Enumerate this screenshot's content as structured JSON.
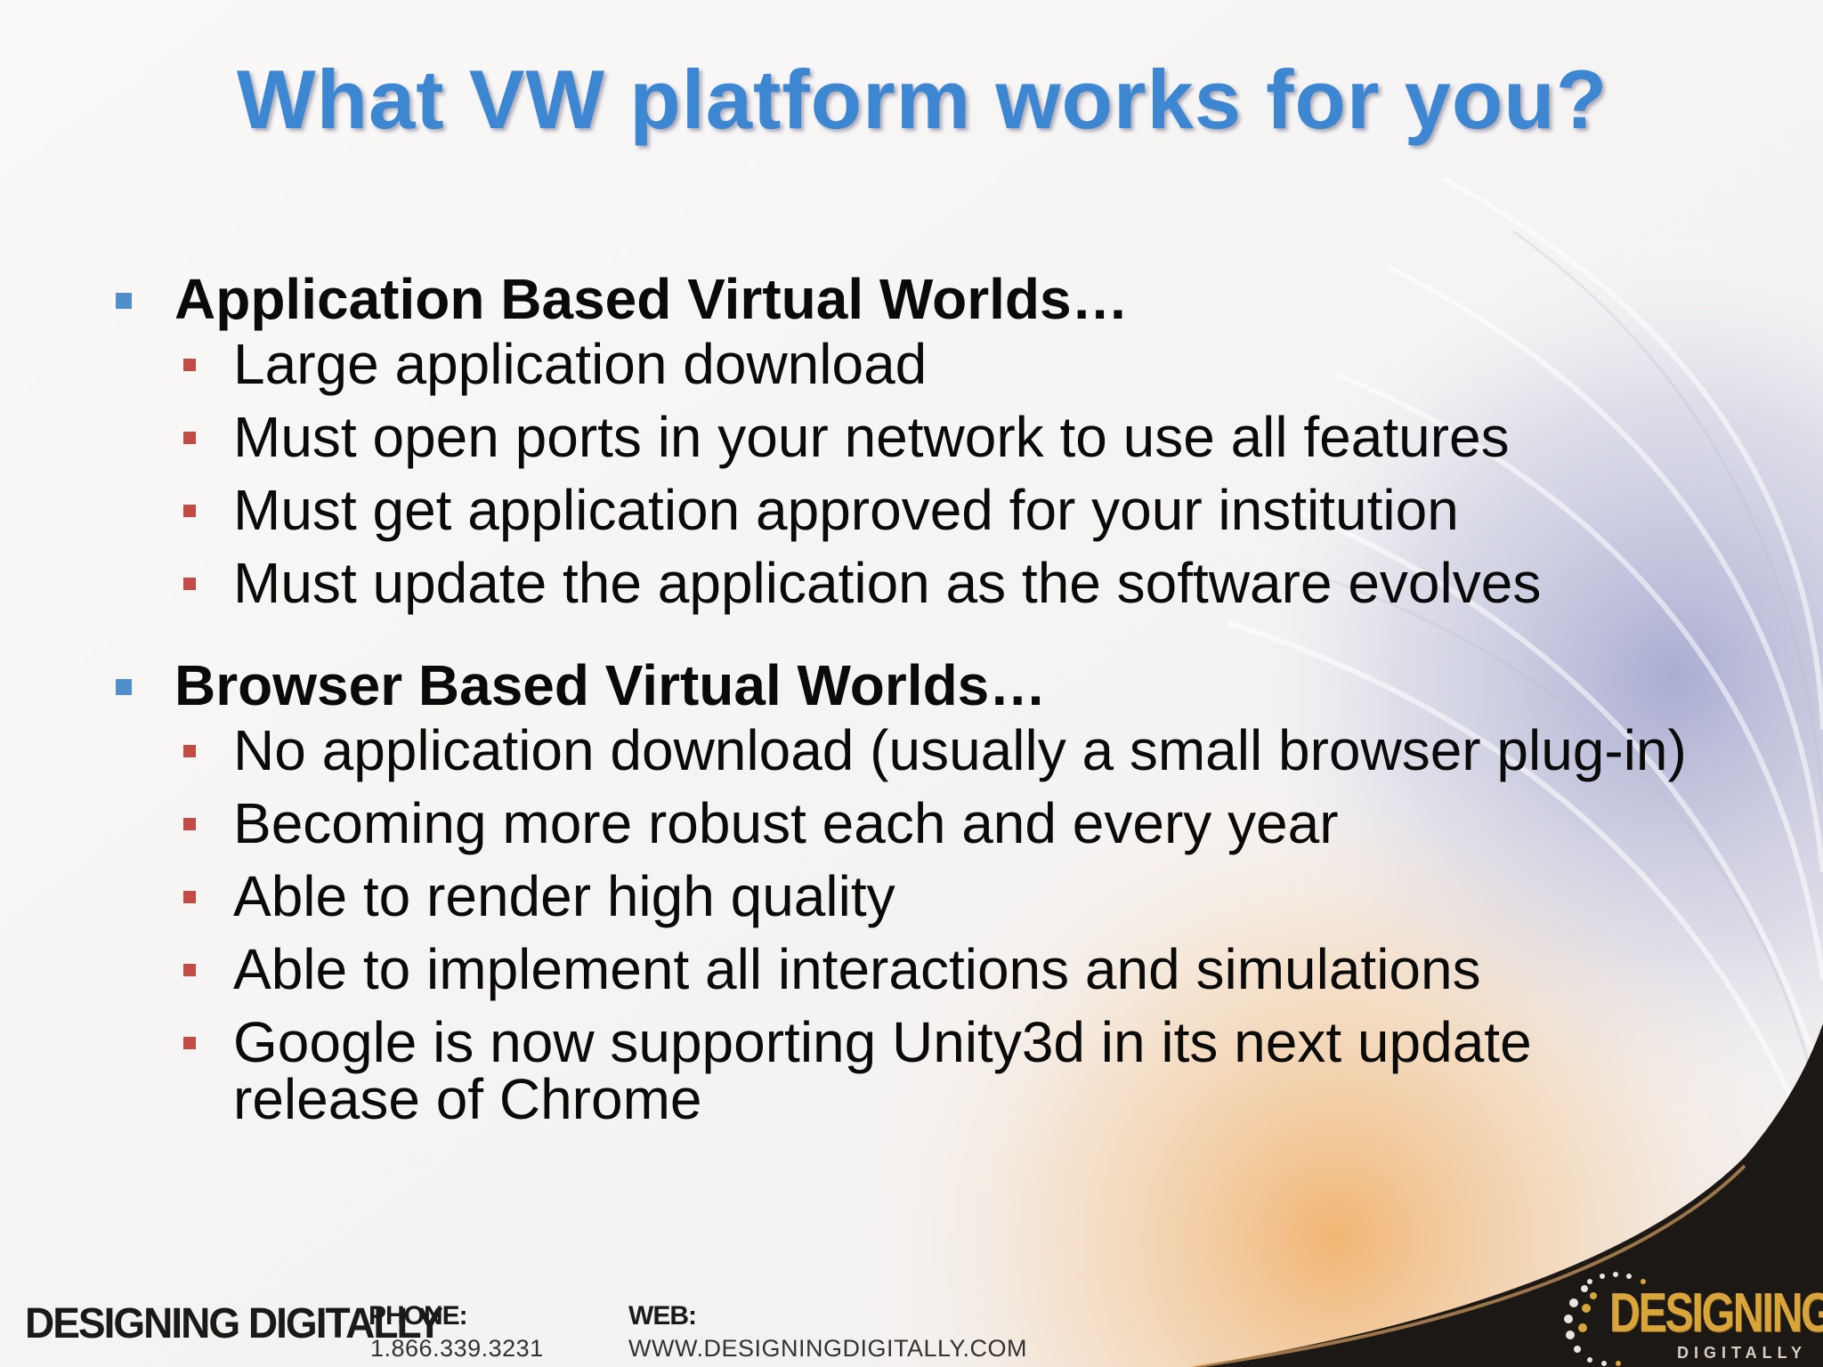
{
  "slide": {
    "title": "What VW platform works for you?",
    "sections": [
      {
        "heading": "Application Based Virtual Worlds…",
        "items": [
          "Large application download",
          "Must open ports in your network to use all features",
          "Must get application approved for your institution",
          "Must update the application as the software evolves"
        ]
      },
      {
        "heading": "Browser Based Virtual Worlds…",
        "items": [
          "No application download (usually a small browser plug-in)",
          "Becoming more robust each and every year",
          "Able to render high quality",
          "Able to implement all interactions and simulations",
          "Google is now supporting Unity3d in its next update release of Chrome"
        ]
      }
    ]
  },
  "footer": {
    "brand": "DESIGNING DIGITALLY",
    "phone_label": "PHONE:",
    "phone_value": "1.866.339.3231",
    "web_label": "WEB:",
    "web_value": "WWW.DESIGNINGDIGITALLY.COM",
    "logo_main": "DESIGNING",
    "logo_sub": "DIGITALLY"
  },
  "colors": {
    "title": "#3c86d2",
    "level1_bullet": "#4f8fcc",
    "level2_bullet": "#c24b45",
    "logo_gold": "#d9a53a"
  }
}
